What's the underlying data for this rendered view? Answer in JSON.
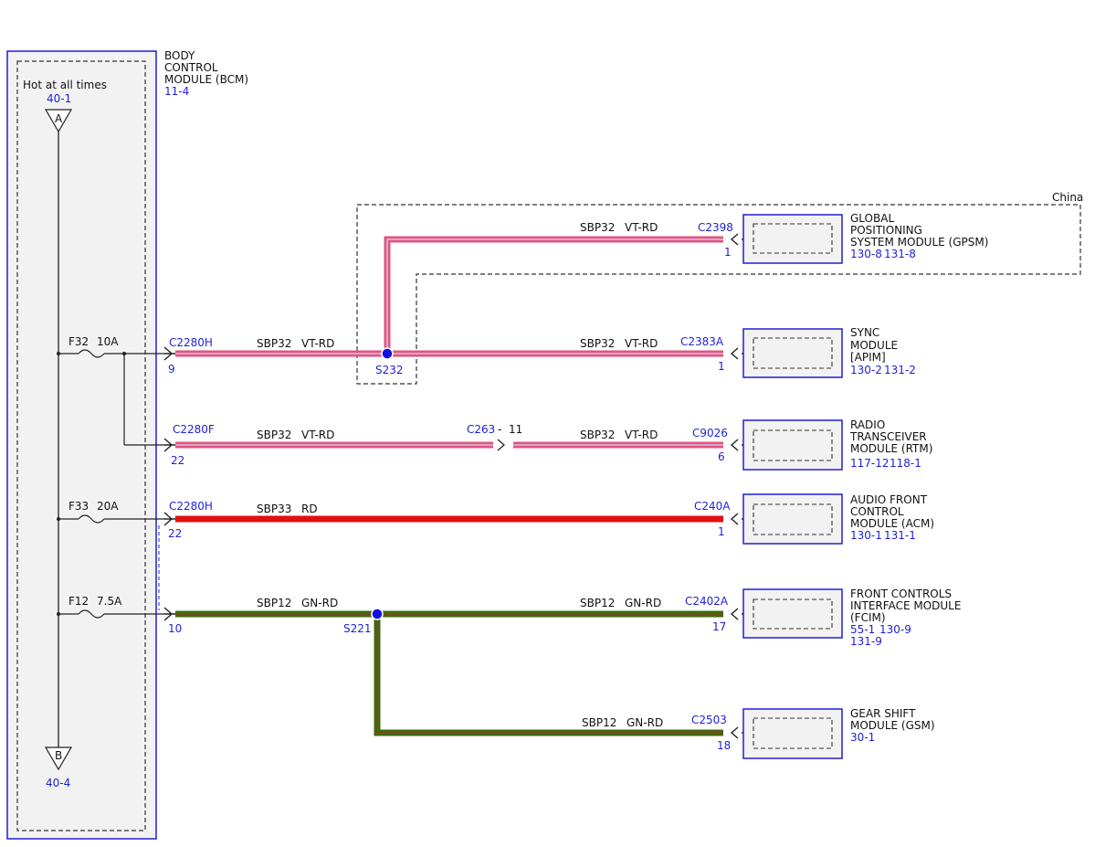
{
  "colors": {
    "module_outline": "#1f1fd8",
    "link_text": "#1f1fd8",
    "wire_vt_rd_pink": "#e0557f",
    "wire_vt_rd_violet": "#c070b0",
    "wire_rd": "#e01010",
    "wire_gn_rd": "#3d6b10",
    "wire_gn_rd_stripe": "#9a3b1c",
    "splice": "#1010e0",
    "module_fill": "#f2f2f2"
  },
  "bcm": {
    "name": "BODY\nCONTROL\nMODULE (BCM)",
    "ref": "11-4",
    "hot_label": "Hot at all times",
    "hot_ref": "40-1",
    "connector_a": "A",
    "connector_b": "B",
    "connector_b_ref": "40-4",
    "fuses": [
      {
        "name": "F32",
        "rating": "10A"
      },
      {
        "name": "F33",
        "rating": "20A"
      },
      {
        "name": "F12",
        "rating": "7.5A"
      }
    ]
  },
  "china_label": "China",
  "splices": {
    "s232": "S232",
    "s221": "S221"
  },
  "inline_connector": {
    "name": "C263",
    "sep": "-",
    "pin": "11"
  },
  "circuits": [
    {
      "id": "c2280h_9",
      "bcm_conn": "C2280H",
      "bcm_pin": "9",
      "circuit": "SBP32",
      "color": "VT-RD"
    },
    {
      "id": "c2280f_22",
      "bcm_conn": "C2280F",
      "bcm_pin": "22",
      "circuit": "SBP32",
      "color": "VT-RD"
    },
    {
      "id": "c2280h_22",
      "bcm_conn": "C2280H",
      "bcm_pin": "22",
      "circuit": "SBP33",
      "color": "RD"
    },
    {
      "id": "pin10",
      "bcm_pin": "10",
      "circuit": "SBP12",
      "color": "GN-RD"
    }
  ],
  "modules": [
    {
      "id": "gpsm",
      "name": "GLOBAL\nPOSITIONING\nSYSTEM MODULE (GPSM)",
      "refs": [
        "130-8",
        "131-8"
      ],
      "conn": "C2398",
      "pin": "1",
      "circuit": "SBP32",
      "color": "VT-RD"
    },
    {
      "id": "apim",
      "name": "SYNC\nMODULE\n[APIM]",
      "refs": [
        "130-2",
        "131-2"
      ],
      "conn": "C2383A",
      "pin": "1",
      "circuit": "SBP32",
      "color": "VT-RD"
    },
    {
      "id": "rtm",
      "name": "RADIO\nTRANSCEIVER\nMODULE (RTM)",
      "refs": [
        "117-12",
        "118-1"
      ],
      "conn": "C9026",
      "pin": "6",
      "circuit": "SBP32",
      "color": "VT-RD"
    },
    {
      "id": "acm",
      "name": "AUDIO FRONT\nCONTROL\nMODULE (ACM)",
      "refs": [
        "130-1",
        "131-1"
      ],
      "conn": "C240A",
      "pin": "1",
      "circuit": "SBP33",
      "color": "RD"
    },
    {
      "id": "fcim",
      "name": "FRONT CONTROLS\nINTERFACE MODULE\n(FCIM)",
      "refs": [
        "55-1",
        "130-9",
        "131-9"
      ],
      "conn": "C2402A",
      "pin": "17",
      "circuit": "SBP12",
      "color": "GN-RD"
    },
    {
      "id": "gsm",
      "name": "GEAR SHIFT\nMODULE (GSM)",
      "refs": [
        "30-1"
      ],
      "conn": "C2503",
      "pin": "18",
      "circuit": "SBP12",
      "color": "GN-RD"
    }
  ]
}
